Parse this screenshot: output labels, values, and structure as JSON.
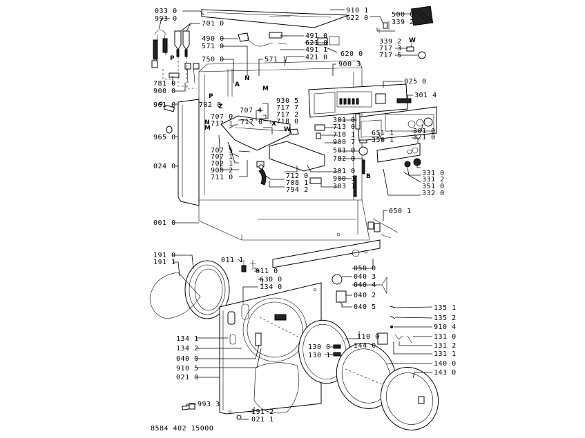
{
  "diagram": {
    "title": "Washing machine exploded parts view",
    "document_code": "8584 402 15000",
    "labels": {
      "l0330": "033 0",
      "l9930": "993 0",
      "l7010": "701 0",
      "l4900": "490 0",
      "l5710": "571 0",
      "l4910": "491 0",
      "l6210": "621 0",
      "l4911": "491 1",
      "l4210": "421 0",
      "l6200": "620 0",
      "l9101": "910 1",
      "l6220": "622 0",
      "l5000": "500 0",
      "l3392a": "339 2",
      "l3392b": "339 2",
      "l7173": "717 3",
      "l7175": "717 5",
      "l7500": "750 0",
      "l5711": "571 1",
      "l9003": "900 3",
      "l7810": "781 0",
      "l9000": "900 0",
      "l0250": "025 0",
      "l3014": "301 4",
      "l9610": "961 0",
      "l7020": "702 0",
      "l7070": "707 0",
      "l7074": "707 4",
      "l7171": "717 1",
      "l7170": "717 0",
      "l9305": "930 5",
      "l7177": "717 7",
      "l7172": "717 2",
      "l7180": "718 0",
      "l9650": "965 0",
      "l7075": "707 5",
      "l7071": "707 1",
      "l7021": "702 1",
      "l9002": "900 2",
      "l7110": "711 0",
      "l0240": "024 0",
      "l3010a": "301 0",
      "l7130": "713 0",
      "l7181": "718 1",
      "l9007": "900 7",
      "l5810": "581 0",
      "l7820": "782 0",
      "l6511": "651 1",
      "l3501": "350 1",
      "l3010b": "301 0",
      "l3210": "321 0",
      "l3010c": "301 0",
      "l9001": "900 1",
      "l3031": "303 1",
      "l7120": "712 0",
      "l7081": "708 1",
      "l7942": "794 2",
      "l3310": "331 0",
      "l3312": "331 2",
      "l3510": "351 0",
      "l3320": "332 0",
      "l0010": "001 0",
      "l0501": "050 1",
      "l1910": "191 0",
      "l1911": "191 1",
      "l0111": "011 1",
      "l0110": "011 0",
      "l6300": "630 0",
      "l1340": "134 0",
      "l0500": "050 0",
      "l0403": "040 3",
      "l0404": "040 4",
      "l0402": "040 2",
      "l0405": "040 5",
      "l1351": "135 1",
      "l1352": "135 2",
      "l9104": "910 4",
      "l1341": "134 1",
      "l1342": "134 2",
      "l0400": "040 0",
      "l9105": "910 5",
      "l0210": "021 0",
      "l1100": "110 0",
      "l1440": "144 0",
      "l1310": "131 0",
      "l1312": "131 2",
      "l1311": "131 1",
      "l1300": "130 0",
      "l1301": "130 1",
      "l1400": "140 0",
      "l1430": "143 0",
      "l9933": "993 3",
      "l1912": "191 2",
      "l0211": "021 1"
    },
    "connector_letters": {
      "P1": "P",
      "P2": "P",
      "N1": "N",
      "N2": "N",
      "M1": "M",
      "M2": "M",
      "A": "A",
      "Z": "Z",
      "X": "X",
      "W1": "W",
      "W2": "W",
      "B": "B"
    }
  }
}
